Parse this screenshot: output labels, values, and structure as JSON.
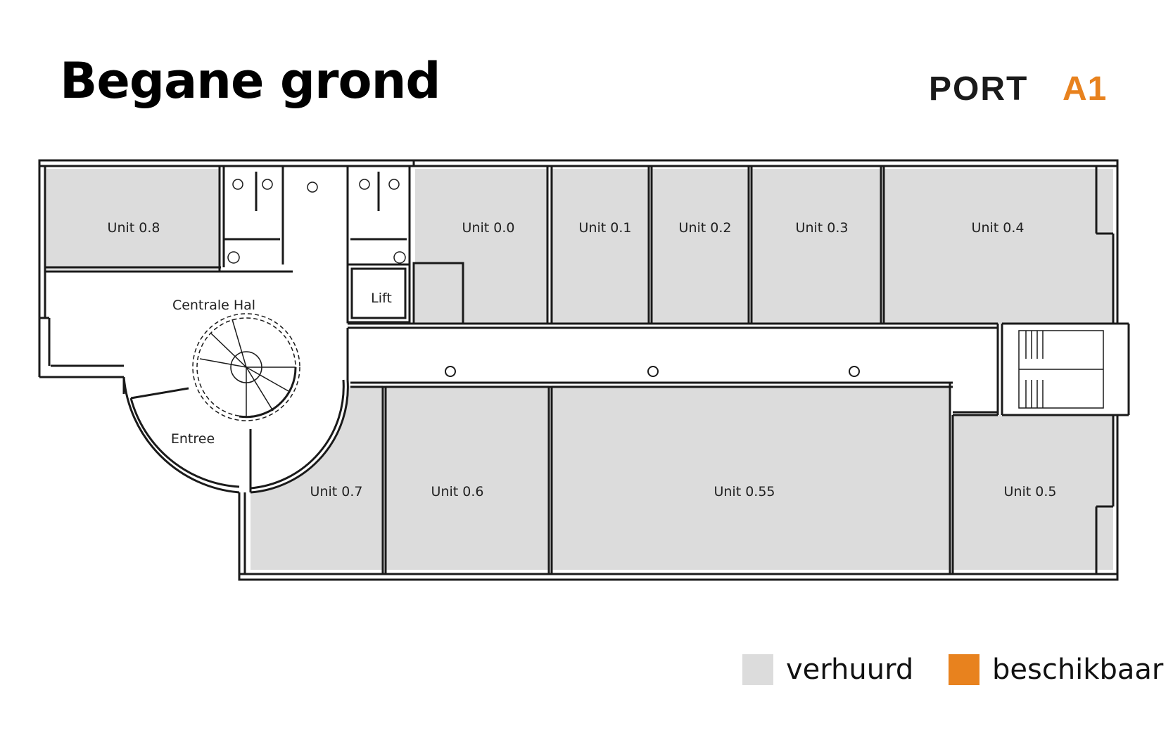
{
  "title": "Begane grond",
  "logo": {
    "text_dark": "PORT",
    "text_accent": "A1",
    "dark_color": "#1a1a1a",
    "accent_color": "#e8821e"
  },
  "colors": {
    "rented": "#dcdcdc",
    "available": "#e8821e",
    "wall": "#1a1a1a"
  },
  "rooms": {
    "unit_08": "Unit 0.8",
    "unit_00": "Unit 0.0",
    "unit_01": "Unit 0.1",
    "unit_02": "Unit 0.2",
    "unit_03": "Unit 0.3",
    "unit_04": "Unit 0.4",
    "centrale_hal": "Centrale Hal",
    "lift": "Lift",
    "entree": "Entree",
    "unit_07": "Unit 0.7",
    "unit_06": "Unit 0.6",
    "unit_055": "Unit 0.55",
    "unit_05": "Unit 0.5"
  },
  "legend": {
    "rented_label": "verhuurd",
    "available_label": "beschikbaar"
  }
}
